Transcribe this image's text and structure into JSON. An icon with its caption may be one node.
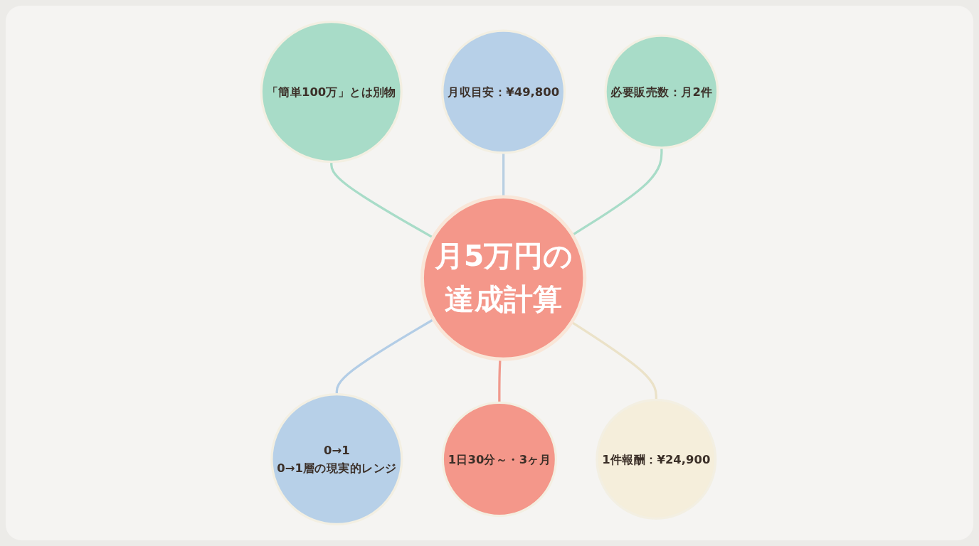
{
  "diagram": {
    "nodes": [
      {
        "text": [
          "月収目安：¥49,800"
        ]
      },
      {
        "text": [
          "「簡単100万」とは別物"
        ]
      },
      {
        "text": [
          "必要販売数：月2件"
        ]
      },
      {
        "text": [
          "月5万円の達成計算"
        ]
      },
      {
        "text": [
          "0→1",
          "0→1層の現実的レンジ"
        ]
      },
      {
        "text": [
          "1件報酬：¥24,900"
        ]
      },
      {
        "text": [
          "1日30分～・3ヶ月"
        ]
      }
    ],
    "edges": [
      {
        "from": 1,
        "to": 3,
        "arrow": "none",
        "color": "#a8dcc8"
      },
      {
        "from": 0,
        "to": 3,
        "arrow": "none",
        "color": "#b9cfe2"
      },
      {
        "from": 2,
        "to": 3,
        "arrow": "none",
        "color": "#a8dcc8"
      },
      {
        "from": 3,
        "to": 4,
        "arrow": "none",
        "color": "#b3cde6"
      },
      {
        "from": 3,
        "to": 6,
        "arrow": "none",
        "color": "#f09a8e"
      },
      {
        "from": 3,
        "to": 5,
        "arrow": "none",
        "color": "#ebe2c8"
      }
    ]
  }
}
